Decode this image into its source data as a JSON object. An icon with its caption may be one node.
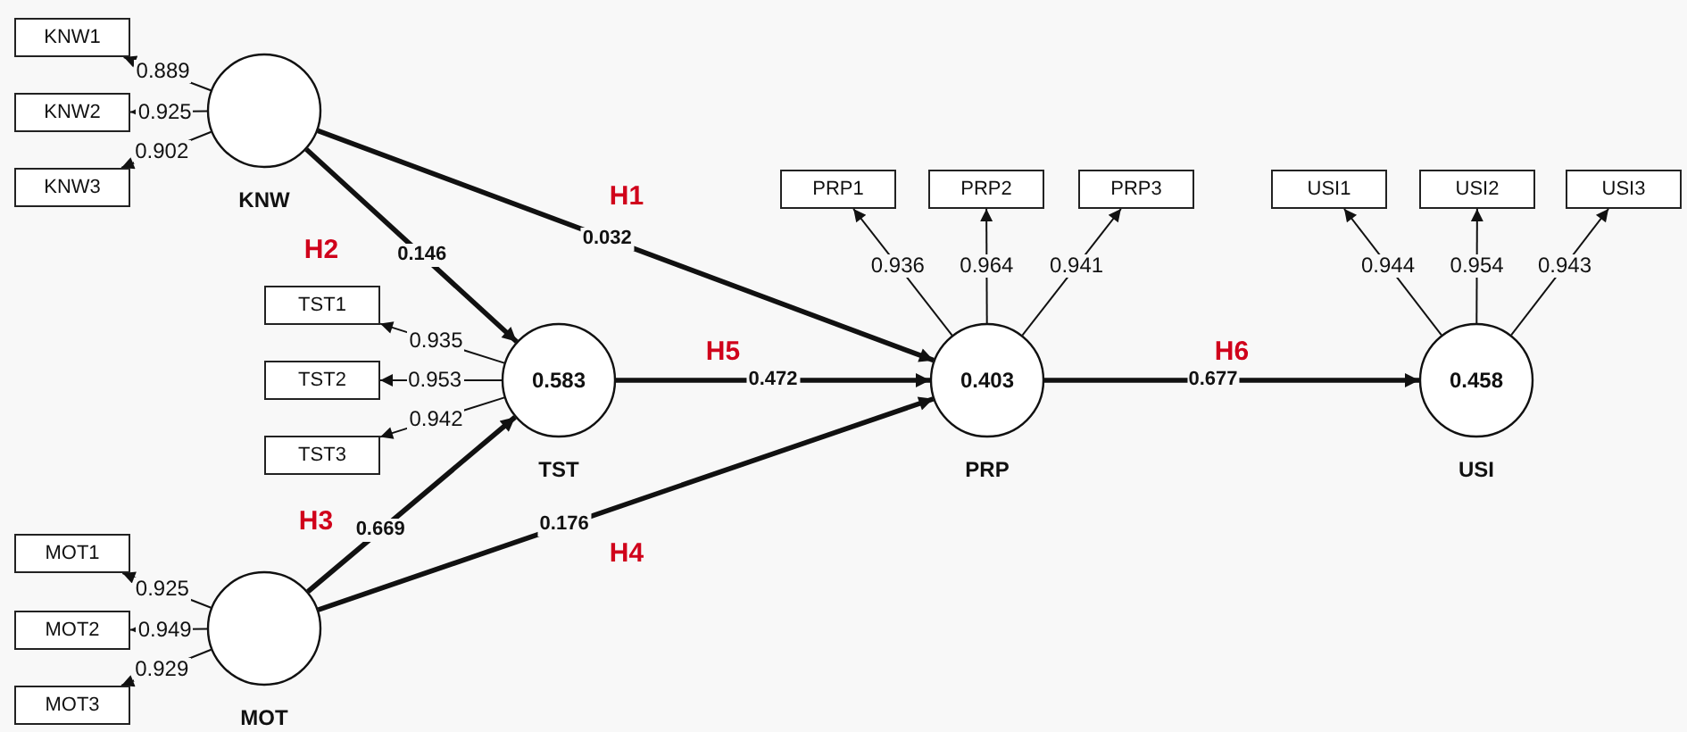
{
  "diagram": {
    "nodes": [
      {
        "text": [
          "KNW1"
        ]
      },
      {
        "text": [
          "KNW2"
        ]
      },
      {
        "text": [
          "KNW3"
        ]
      },
      {
        "text": [],
        "shape": "circle",
        "beside": [
          "KNW"
        ]
      },
      {
        "text": [
          "TST1"
        ]
      },
      {
        "text": [
          "TST2"
        ]
      },
      {
        "text": [
          "TST3"
        ]
      },
      {
        "text": [
          "0.583"
        ],
        "beside": [
          "TST"
        ]
      },
      {
        "text": [
          "MOT1"
        ]
      },
      {
        "text": [
          "MOT2"
        ]
      },
      {
        "text": [
          "MOT3"
        ]
      },
      {
        "text": [],
        "shape": "circle",
        "beside": [
          "MOT"
        ]
      },
      {
        "text": [
          "PRP1"
        ]
      },
      {
        "text": [
          "PRP2"
        ]
      },
      {
        "text": [
          "PRP3"
        ]
      },
      {
        "text": [
          "0.403"
        ],
        "beside": [
          "PRP"
        ]
      },
      {
        "text": [
          "USI1"
        ]
      },
      {
        "text": [
          "USI2"
        ]
      },
      {
        "text": [
          "USI3"
        ]
      },
      {
        "text": [
          "0.458"
        ],
        "beside": [
          "USI"
        ]
      }
    ],
    "edges": [
      {
        "from": 3,
        "to": 0,
        "arrow": "to",
        "label": "0.889"
      },
      {
        "from": 3,
        "to": 1,
        "arrow": "to",
        "label": "0.925"
      },
      {
        "from": 3,
        "to": 2,
        "arrow": "to",
        "label": "0.902"
      },
      {
        "from": 7,
        "to": 4,
        "arrow": "to",
        "label": "0.935"
      },
      {
        "from": 7,
        "to": 5,
        "arrow": "to",
        "label": "0.953"
      },
      {
        "from": 7,
        "to": 6,
        "arrow": "to",
        "label": "0.942"
      },
      {
        "from": 11,
        "to": 8,
        "arrow": "to",
        "label": "0.925"
      },
      {
        "from": 11,
        "to": 9,
        "arrow": "to",
        "label": "0.949"
      },
      {
        "from": 11,
        "to": 10,
        "arrow": "to",
        "label": "0.929"
      },
      {
        "from": 15,
        "to": 12,
        "arrow": "to",
        "label": "0.936"
      },
      {
        "from": 15,
        "to": 13,
        "arrow": "to",
        "label": "0.964"
      },
      {
        "from": 15,
        "to": 14,
        "arrow": "to",
        "label": "0.941"
      },
      {
        "from": 19,
        "to": 16,
        "arrow": "to",
        "label": "0.944"
      },
      {
        "from": 19,
        "to": 17,
        "arrow": "to",
        "label": "0.954"
      },
      {
        "from": 19,
        "to": 18,
        "arrow": "to",
        "label": "0.943"
      },
      {
        "from": 3,
        "to": 15,
        "arrow": "to",
        "label": "0.032",
        "style": "thick"
      },
      {
        "from": 3,
        "to": 7,
        "arrow": "to",
        "label": "0.146",
        "style": "thick"
      },
      {
        "from": 7,
        "to": 15,
        "arrow": "to",
        "label": "0.472",
        "style": "thick"
      },
      {
        "from": 11,
        "to": 7,
        "arrow": "to",
        "label": "0.669",
        "style": "thick"
      },
      {
        "from": 11,
        "to": 15,
        "arrow": "to",
        "label": "0.176",
        "style": "thick"
      },
      {
        "from": 15,
        "to": 19,
        "arrow": "to",
        "label": "0.677",
        "style": "thick"
      }
    ],
    "labels": [
      "H1",
      "H2",
      "H5",
      "H6",
      "H3",
      "H4"
    ]
  }
}
